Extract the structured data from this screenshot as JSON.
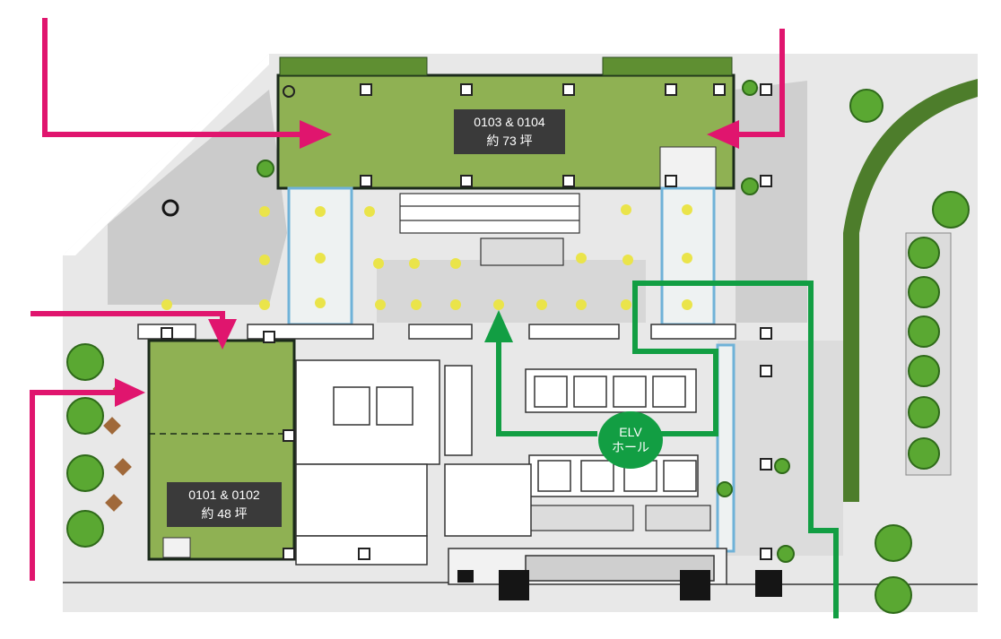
{
  "units": {
    "upper": {
      "name": "0103 & 0104",
      "area": "約 73 坪"
    },
    "lower": {
      "name": "0101 & 0102",
      "area": "約 48 坪"
    }
  },
  "elevator_hall": {
    "line1": "ELV",
    "line2": "ホール"
  },
  "colors": {
    "unit_fill": "#8fb153",
    "label_bg": "#3a3a3a",
    "entry_arrow": "#e0156e",
    "route": "#129e43",
    "tree": "#5aa832"
  }
}
